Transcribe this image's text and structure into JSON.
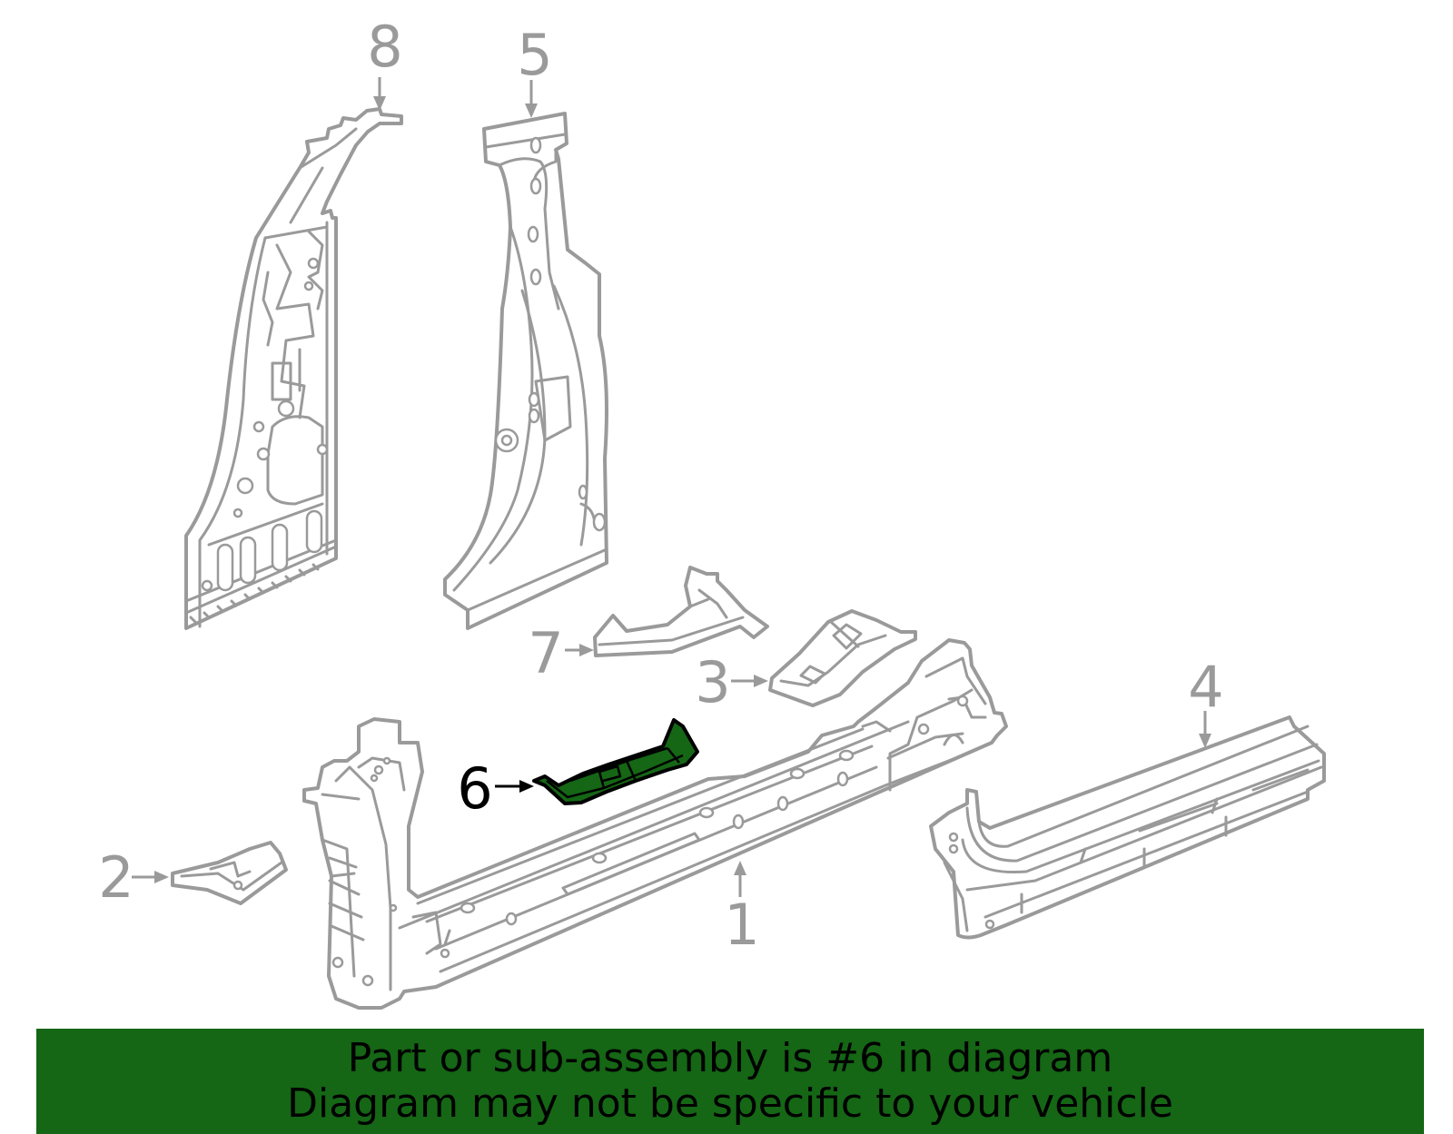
{
  "callouts": {
    "c1": "1",
    "c2": "2",
    "c3": "3",
    "c4": "4",
    "c5": "5",
    "c6": "6",
    "c7": "7",
    "c8": "8"
  },
  "highlight": {
    "part": "6",
    "color": "#156615"
  },
  "banner": {
    "line1": "Part or sub-assembly is #6 in diagram",
    "line2": "Diagram may not be specific to your vehicle",
    "background": "#156615"
  },
  "colors": {
    "outline": "#9a9a9a",
    "highlight": "#156615",
    "active_text": "#000000"
  }
}
